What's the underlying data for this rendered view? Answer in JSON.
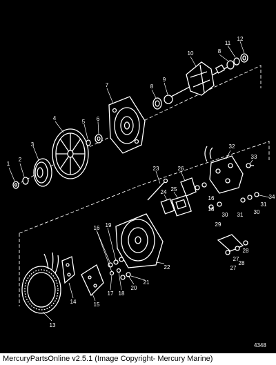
{
  "diagram": {
    "document_number": "4348",
    "callouts": [
      {
        "key": "c1",
        "text": "1"
      },
      {
        "key": "c2",
        "text": "2"
      },
      {
        "key": "c3",
        "text": "3"
      },
      {
        "key": "c4",
        "text": "4"
      },
      {
        "key": "c5",
        "text": "5"
      },
      {
        "key": "c6",
        "text": "6"
      },
      {
        "key": "c7",
        "text": "7"
      },
      {
        "key": "c8a",
        "text": "8"
      },
      {
        "key": "c8b",
        "text": "8"
      },
      {
        "key": "c9",
        "text": "9"
      },
      {
        "key": "c10",
        "text": "10"
      },
      {
        "key": "c11",
        "text": "11"
      },
      {
        "key": "c12",
        "text": "12"
      },
      {
        "key": "c13",
        "text": "13"
      },
      {
        "key": "c14",
        "text": "14"
      },
      {
        "key": "c15",
        "text": "15"
      },
      {
        "key": "c16a",
        "text": "16"
      },
      {
        "key": "c16b",
        "text": "16"
      },
      {
        "key": "c17",
        "text": "17"
      },
      {
        "key": "c18a",
        "text": "18"
      },
      {
        "key": "c18b",
        "text": "18"
      },
      {
        "key": "c19",
        "text": "19"
      },
      {
        "key": "c20",
        "text": "20"
      },
      {
        "key": "c21",
        "text": "21"
      },
      {
        "key": "c22",
        "text": "22"
      },
      {
        "key": "c23",
        "text": "23"
      },
      {
        "key": "c24",
        "text": "24"
      },
      {
        "key": "c25",
        "text": "25"
      },
      {
        "key": "c26",
        "text": "26"
      },
      {
        "key": "c27a",
        "text": "27"
      },
      {
        "key": "c27b",
        "text": "27"
      },
      {
        "key": "c28a",
        "text": "28"
      },
      {
        "key": "c28b",
        "text": "28"
      },
      {
        "key": "c29",
        "text": "29"
      },
      {
        "key": "c30a",
        "text": "30"
      },
      {
        "key": "c30b",
        "text": "30"
      },
      {
        "key": "c31a",
        "text": "31"
      },
      {
        "key": "c31b",
        "text": "31"
      },
      {
        "key": "c32",
        "text": "32"
      },
      {
        "key": "c33",
        "text": "33"
      },
      {
        "key": "c34",
        "text": "34"
      }
    ]
  },
  "footer": {
    "text": "MercuryPartsOnline v2.5.1 (Image Copyright- Mercury Marine)"
  }
}
